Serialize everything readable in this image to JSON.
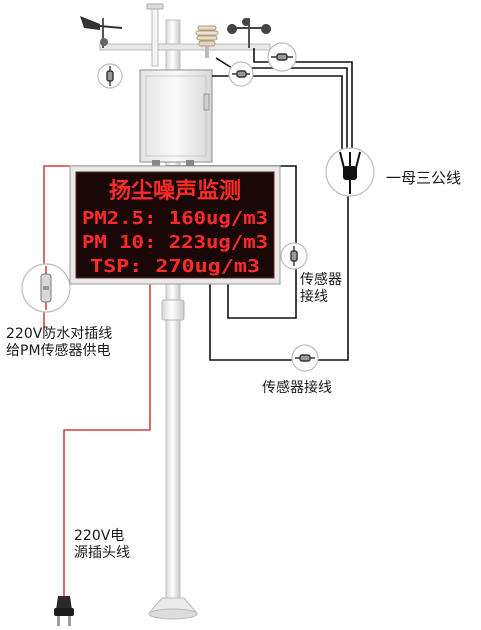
{
  "display": {
    "title": "扬尘噪声监测",
    "lines": [
      "PM2.5: 160ug/m3",
      "PM 10: 223ug/m3",
      "TSP: 270ug/m3"
    ]
  },
  "labels": {
    "splitter_cable": "一母三公线",
    "sensor_wiring_right": [
      "传感器",
      "接线"
    ],
    "sensor_wiring_bottom": "传感器接线",
    "pm_power": [
      "220V防水对插线",
      "给PM传感器供电"
    ],
    "power_plug": [
      "220V电",
      "源插头线"
    ]
  },
  "colors": {
    "led_red": "#ff2a2a",
    "led_background": "#1a0808",
    "power_line": "#d01818",
    "signal_line": "#111111",
    "pole": "#f2f2f2"
  }
}
